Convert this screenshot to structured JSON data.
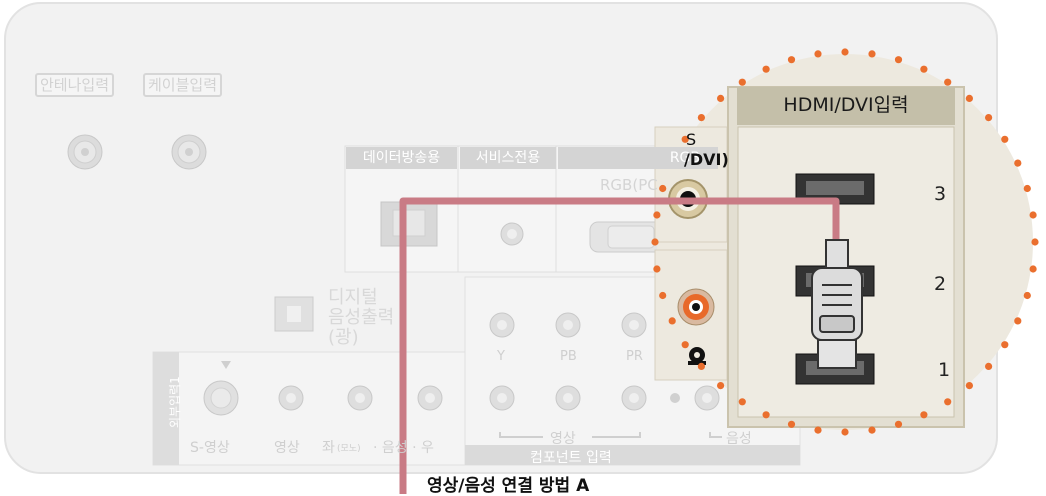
{
  "labels": {
    "antenna_input": "안테나입력",
    "cable_input": "케이블입력",
    "data_broadcast": "데이터방송용",
    "service_only": "서비스전용",
    "rgb_header": "RGB",
    "rgb_pc": "RGB(PC",
    "dvi_fragment": "/DVI)",
    "audio_fragment": "S",
    "digital_audio_out_line1": "디지털",
    "digital_audio_out_line2": "음성출력",
    "digital_audio_out_line3": "(광)",
    "external_input_1": "외부입력1",
    "s_video": "S-영상",
    "video": "영상",
    "audio_left": "좌",
    "mono": "(모노)",
    "audio_right_label": "· 음성 · 우",
    "comp_y": "Y",
    "comp_pb": "PB",
    "comp_pr": "PR",
    "video_group": "영상",
    "audio_group": "음성",
    "component_input": "컴포넌트 입력",
    "hdmi_dvi_input": "HDMI/DVI입력",
    "hdmi_1": "1",
    "hdmi_2": "2",
    "hdmi_3": "3",
    "caption": "영상/음성 연결 방법 A"
  },
  "colors": {
    "panel_bg": "#f1f1f1",
    "panel_border": "#e0e0e0",
    "cable": "#c97b85",
    "callout_bg": "#ece9df",
    "callout_dots": "#ea6f2e",
    "hdmi_header": "#c4bfa9"
  }
}
